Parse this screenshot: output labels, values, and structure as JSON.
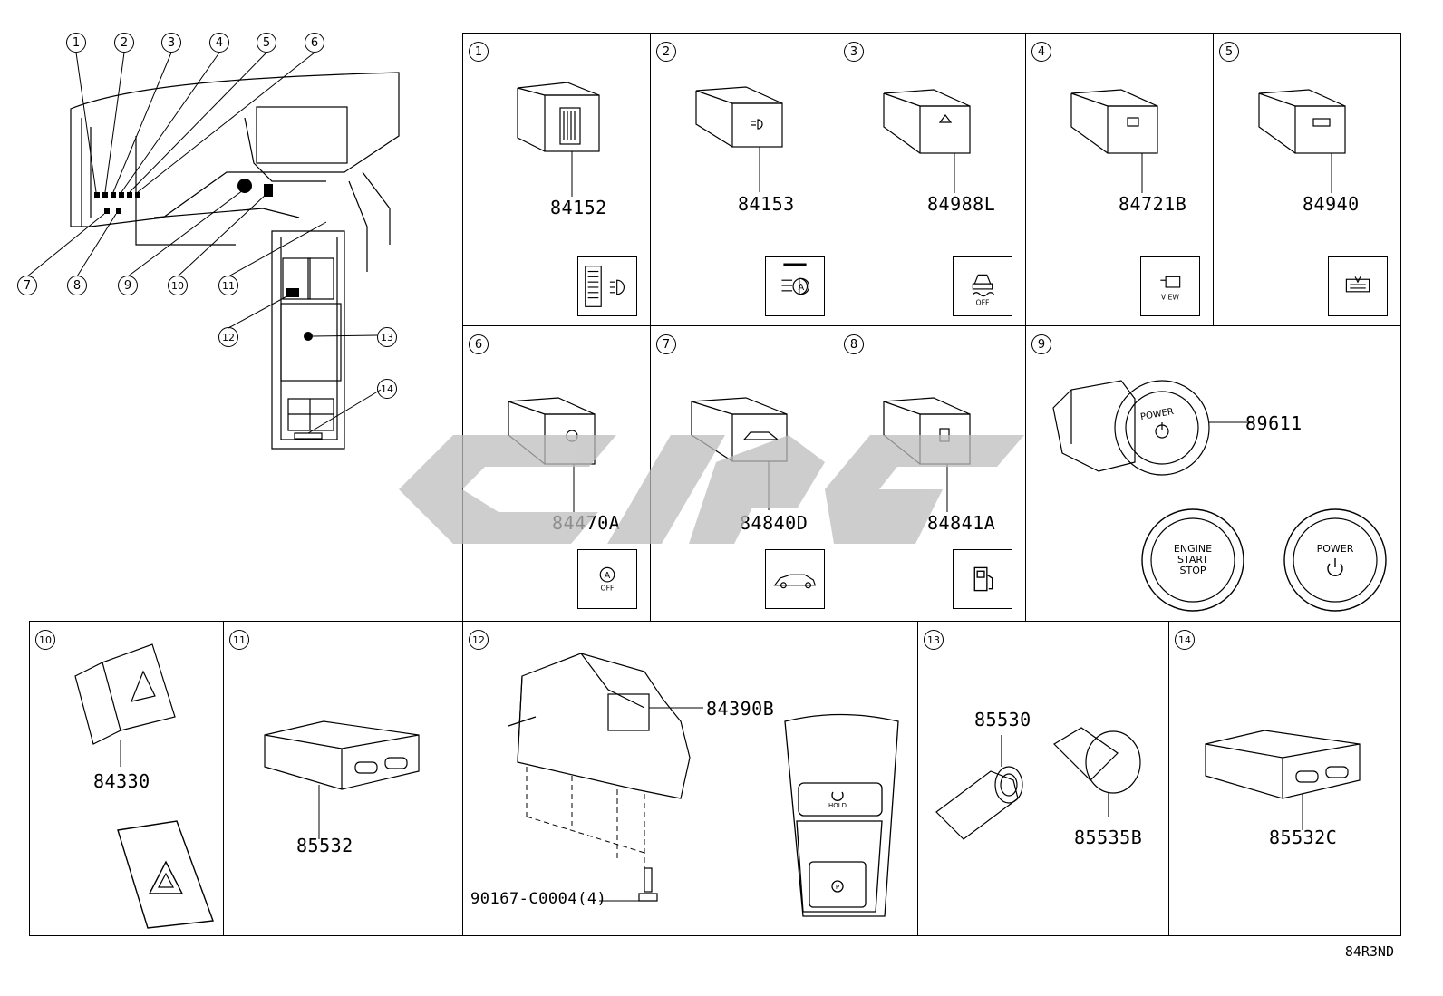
{
  "overview": {
    "callouts": [
      "1",
      "2",
      "3",
      "4",
      "5",
      "6",
      "7",
      "8",
      "9",
      "10",
      "11",
      "12",
      "13",
      "14"
    ]
  },
  "cells": [
    {
      "num": "1",
      "part": "84152"
    },
    {
      "num": "2",
      "part": "84153"
    },
    {
      "num": "3",
      "part": "84988L"
    },
    {
      "num": "4",
      "part": "84721B"
    },
    {
      "num": "5",
      "part": "84940"
    },
    {
      "num": "6",
      "part": "84470A"
    },
    {
      "num": "7",
      "part": "84840D"
    },
    {
      "num": "8",
      "part": "84841A"
    },
    {
      "num": "9",
      "part": "89611"
    },
    {
      "num": "10",
      "part": "84330"
    },
    {
      "num": "11",
      "part": "85532"
    },
    {
      "num": "12",
      "part": "84390B",
      "bolt": "90167-C0004(4)"
    },
    {
      "num": "13",
      "part": "85530",
      "part2": "85535B"
    },
    {
      "num": "14",
      "part": "85532C"
    }
  ],
  "icon_labels": {
    "off": "OFF",
    "view": "VIEW",
    "power": "POWER",
    "engine_start_stop": "ENGINE START STOP",
    "engine_line1": "ENGINE",
    "engine_line2": "START",
    "engine_line3": "STOP",
    "hold": "HOLD"
  },
  "sheet_code": "84R3ND"
}
